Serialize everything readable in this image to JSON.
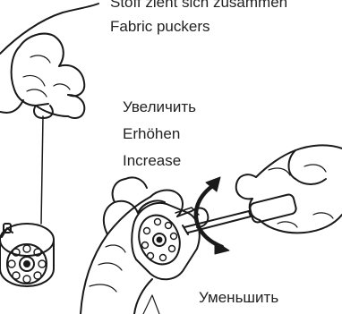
{
  "labels": {
    "line_de": "Stoff zieht sich zusammen",
    "line_en": "Fabric puckers",
    "increase_ru": "Увеличить",
    "increase_de": "Erhöhen",
    "increase_en": "Increase",
    "decrease_ru": "Уменьшить"
  },
  "colors": {
    "ink": "#1a1a1a",
    "paper": "#ffffff"
  },
  "illustrations": [
    "hand-holding-bobbin-case-by-thread",
    "hands-adjusting-bobbin-case-screw-with-screwdriver",
    "rotation-arrow"
  ]
}
